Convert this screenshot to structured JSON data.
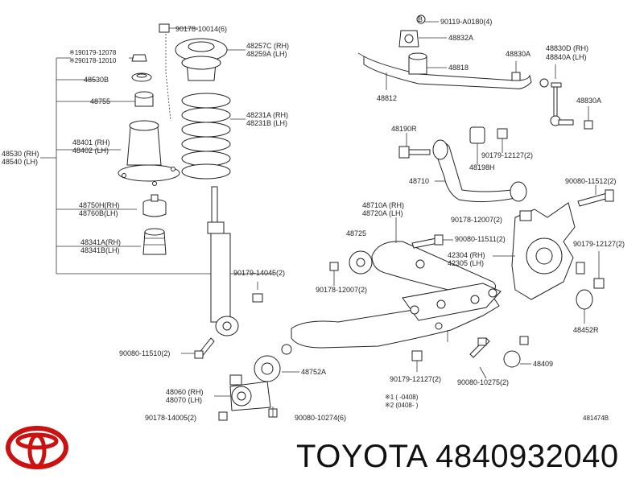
{
  "labels": {
    "p90178_10014": "90178-10014(6)",
    "p190179": "※190179-12078",
    "p290178": "※290178-12010",
    "p48530B": "48530B",
    "p48755": "48755",
    "p48401": "48401 (RH)",
    "p48402": "48402 (LH)",
    "p48530": "48530 (RH)",
    "p48540": "48540 (LH)",
    "p48750H": "48750H(RH)",
    "p48760B": "48760B(LH)",
    "p48341A": "48341A(RH)",
    "p48341B": "48341B(LH)",
    "p48257C": "48257C (RH)",
    "p48259A": "48259A (LH)",
    "p48231A": "48231A (RH)",
    "p48231B": "48231B (LH)",
    "p90179_14045": "90179-14045(2)",
    "p90080_11510": "90080-11510(2)",
    "p90119": "90119-A0180(4)",
    "p48832A": "48832A",
    "p48818": "48818",
    "p48830A_1": "48830A",
    "p48830D": "48830D (RH)",
    "p48840A": "48840A (LH)",
    "p48812": "48812",
    "p48830A_2": "48830A",
    "p48190R": "48190R",
    "p90179_12127a": "90179-12127(2)",
    "p48198H": "48198H",
    "p48710": "48710",
    "p90080_11512": "90080-11512(2)",
    "p48710A": "48710A (RH)",
    "p48720A": "48720A (LH)",
    "p90178_12007a": "90178-12007(2)",
    "p48725": "48725",
    "p90080_11511": "90080-11511(2)",
    "p90179_12127b": "90179-12127(2)",
    "p42304": "42304 (RH)",
    "p42305": "42305 (LH)",
    "p90178_12007b": "90178-12007(2)",
    "p48452R": "48452R",
    "p48752A": "48752A",
    "p48409": "48409",
    "p48060": "48060 (RH)",
    "p48070": "48070 (LH)",
    "p90179_12127c": "90179-12127(2)",
    "p90080_10275": "90080-10275(2)",
    "p90178_14005": "90178-14005(2)",
    "p90080_10274": "90080-10274(6)",
    "note1": "※1 (      -0408)",
    "note2": "※2 (0408-       )",
    "drawing_no": "481474B",
    "circle_b": "B"
  },
  "brand": {
    "text": "TOYOTA 4840932040"
  }
}
